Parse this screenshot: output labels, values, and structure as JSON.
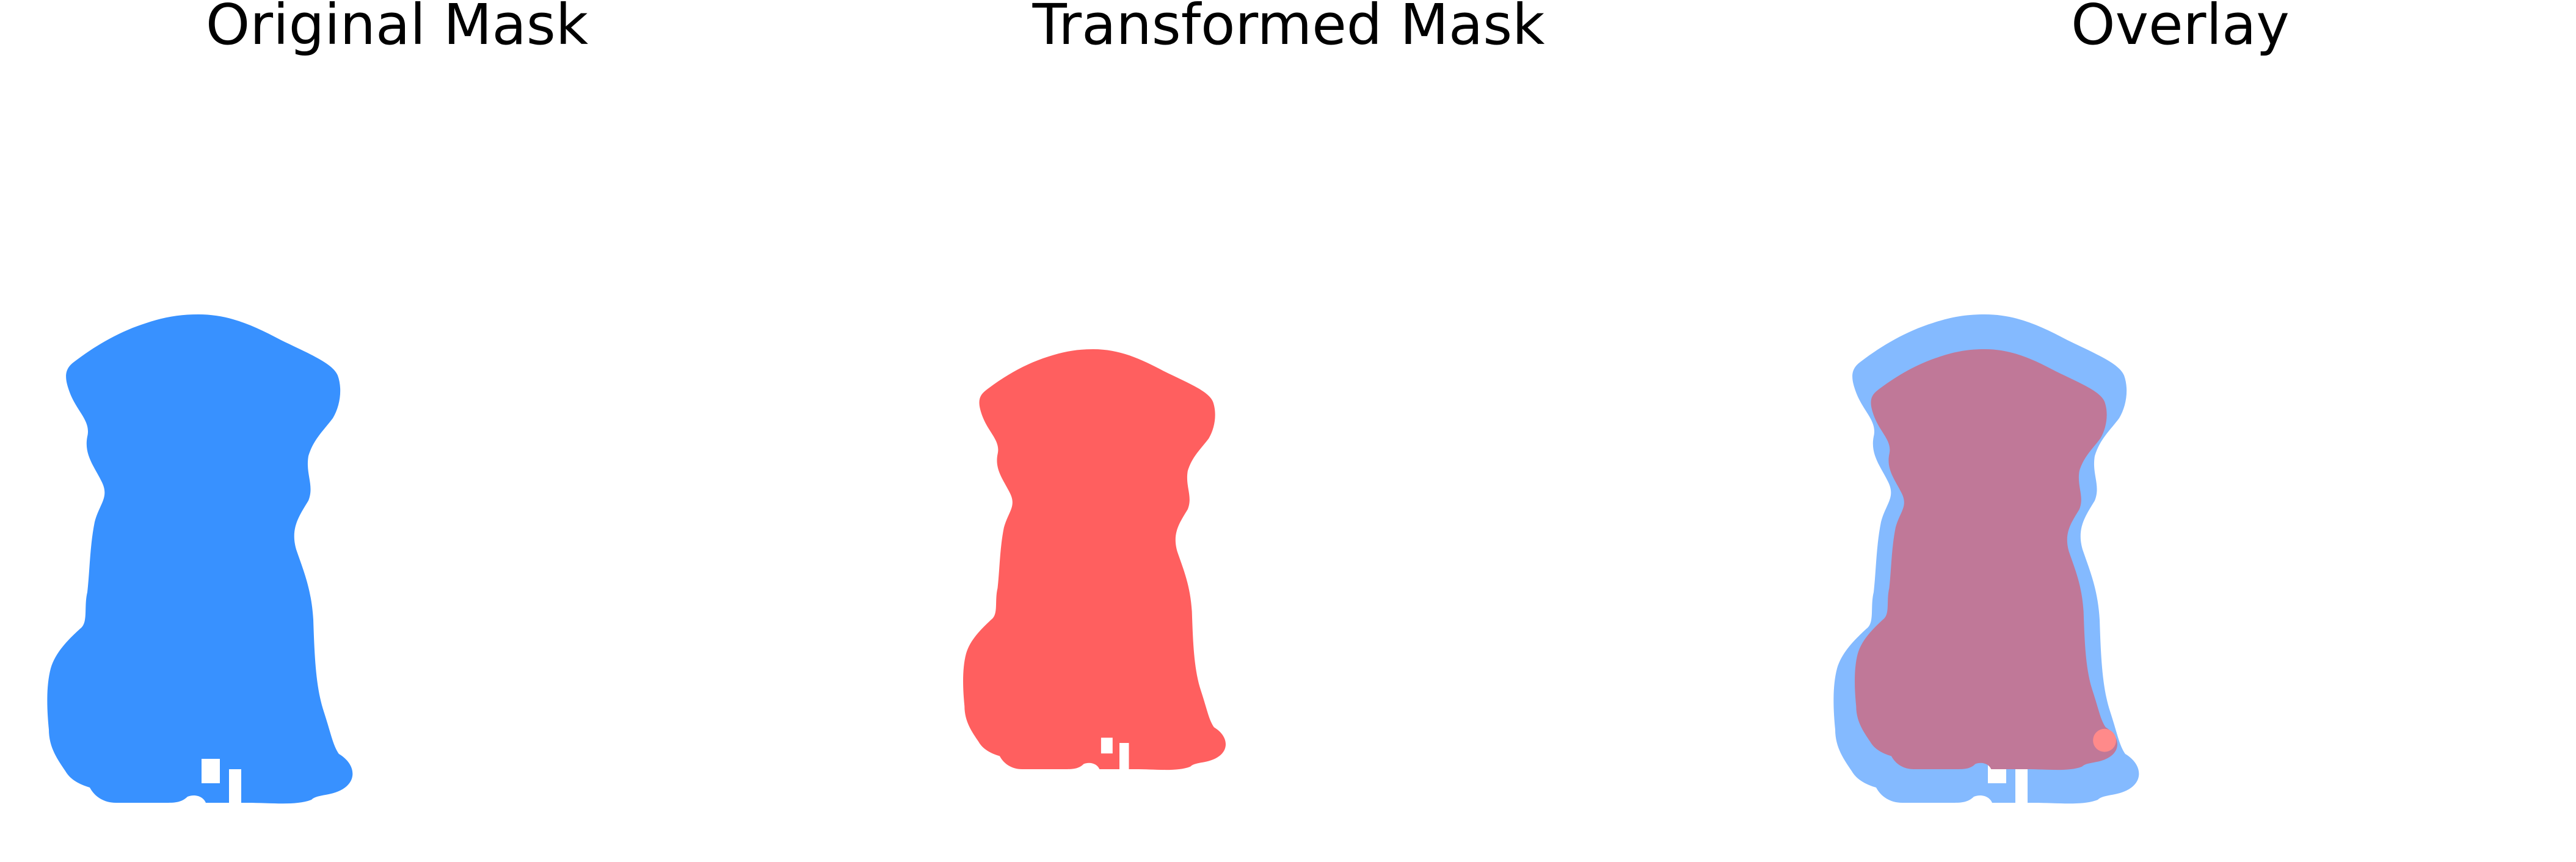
{
  "panels": [
    {
      "title": "Original Mask"
    },
    {
      "title": "Transformed Mask"
    },
    {
      "title": "Overlay"
    }
  ],
  "colors": {
    "original_mask": "#3891ff",
    "transformed_mask": "#ff5f5f",
    "overlay_original": "#84baff",
    "overlay_intersection": "#c07898",
    "overlay_transformed_only": "#ff8a8a"
  }
}
